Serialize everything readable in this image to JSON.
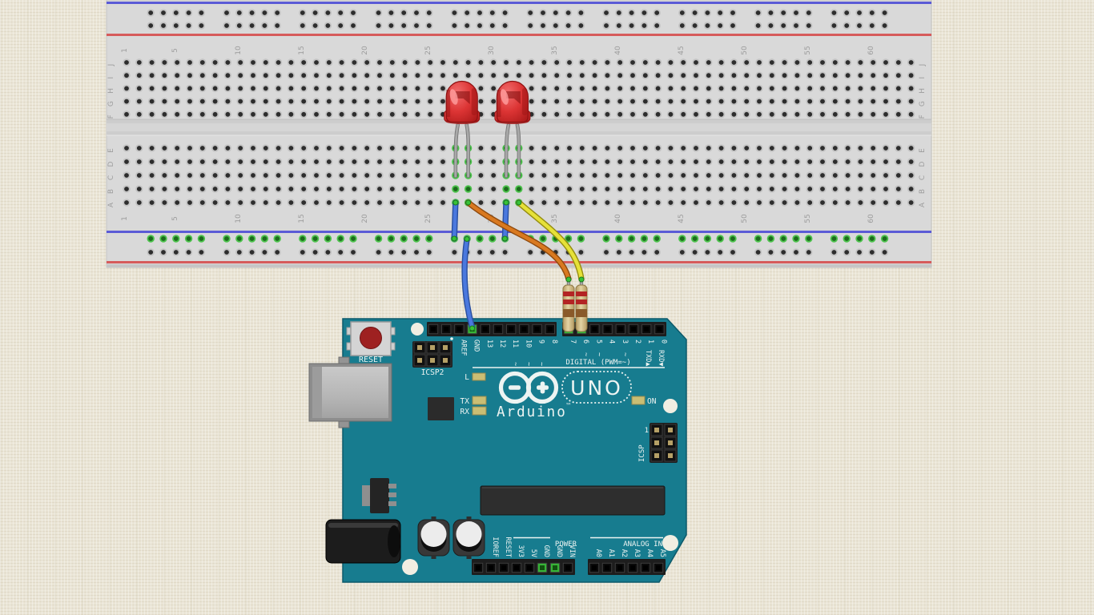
{
  "app": {
    "view": "breadboard-circuit-diagram"
  },
  "colors": {
    "background": "#eae5d6",
    "breadboard_body": "#d9d9d9",
    "rail_blue": "#5b5bd6",
    "rail_red": "#d65b5b",
    "connected_green": "#44bf44",
    "arduino_pcb": "#177c8f",
    "silkscreen": "#edf4f2",
    "wire_blue": "#4a78de",
    "wire_orange": "#d97920",
    "wire_yellow": "#e6e138",
    "led_red": "#dc3434",
    "resistor_body": "#d9c695"
  },
  "breadboard": {
    "row_letters_top": [
      "J",
      "I",
      "H",
      "G",
      "F"
    ],
    "row_letters_bottom": [
      "E",
      "D",
      "C",
      "B",
      "A"
    ],
    "column_numbers": [
      1,
      5,
      10,
      15,
      20,
      25,
      30,
      35,
      40,
      45,
      50,
      55,
      60
    ],
    "columns": 63,
    "rail_groups": 10,
    "rail_group_size": 5,
    "connected_columns": [
      27,
      28,
      31,
      32
    ],
    "ground_rail_row_connected": true
  },
  "arduino": {
    "labels": {
      "reset": "RESET",
      "icsp2": "ICSP2",
      "icsp": "ICSP",
      "icsp_pin1": "1",
      "digital_caption": "DIGITAL (PWM=~)",
      "txd": "TXD▲",
      "rxd": "RXD▼",
      "uno": "UNO",
      "brand": "Arduino",
      "trademark": "™",
      "led_l": "L",
      "led_tx": "TX",
      "led_rx": "RX",
      "led_on": "ON",
      "power_caption": "POWER",
      "analog_caption": "ANALOG IN"
    },
    "digital_pins_left": [
      {
        "label": "AREF"
      },
      {
        "label": "GND",
        "connected": true
      },
      {
        "label": "13"
      },
      {
        "label": "12"
      },
      {
        "label": "11",
        "pwm": true
      },
      {
        "label": "10",
        "pwm": true
      },
      {
        "label": "9",
        "pwm": true
      },
      {
        "label": "8"
      }
    ],
    "digital_pins_right": [
      {
        "label": "7",
        "connected": true
      },
      {
        "label": "6",
        "pwm": true,
        "connected": true
      },
      {
        "label": "5",
        "pwm": true
      },
      {
        "label": "4"
      },
      {
        "label": "3",
        "pwm": true
      },
      {
        "label": "2"
      },
      {
        "label": "1"
      },
      {
        "label": "0"
      }
    ],
    "power_pins": [
      {
        "label": "IOREF"
      },
      {
        "label": "RESET"
      },
      {
        "label": "3V3"
      },
      {
        "label": "5V"
      },
      {
        "label": "GND",
        "connected": true
      },
      {
        "label": "GND",
        "connected": true
      },
      {
        "label": "VIN"
      }
    ],
    "analog_pins": [
      {
        "label": "A0"
      },
      {
        "label": "A1"
      },
      {
        "label": "A2"
      },
      {
        "label": "A3"
      },
      {
        "label": "A4"
      },
      {
        "label": "A5"
      }
    ]
  },
  "components": {
    "leds": [
      {
        "name": "led-red-1",
        "color": "red",
        "cathode_column": 27,
        "anode_column": 28
      },
      {
        "name": "led-red-2",
        "color": "red",
        "cathode_column": 31,
        "anode_column": 32
      }
    ],
    "resistors": [
      {
        "name": "resistor-1",
        "bands": [
          "red",
          "red",
          "brown"
        ],
        "to_pin": "7"
      },
      {
        "name": "resistor-2",
        "bands": [
          "red",
          "red",
          "brown"
        ],
        "to_pin": "6"
      }
    ],
    "wires": [
      {
        "name": "wire-cathode1-to-ground-rail",
        "color": "blue"
      },
      {
        "name": "wire-cathode2-to-ground-rail",
        "color": "blue"
      },
      {
        "name": "wire-ground-rail-to-gnd-pin",
        "color": "blue"
      },
      {
        "name": "wire-anode1-to-resistor1",
        "color": "orange"
      },
      {
        "name": "wire-anode2-to-resistor2",
        "color": "yellow"
      }
    ]
  }
}
